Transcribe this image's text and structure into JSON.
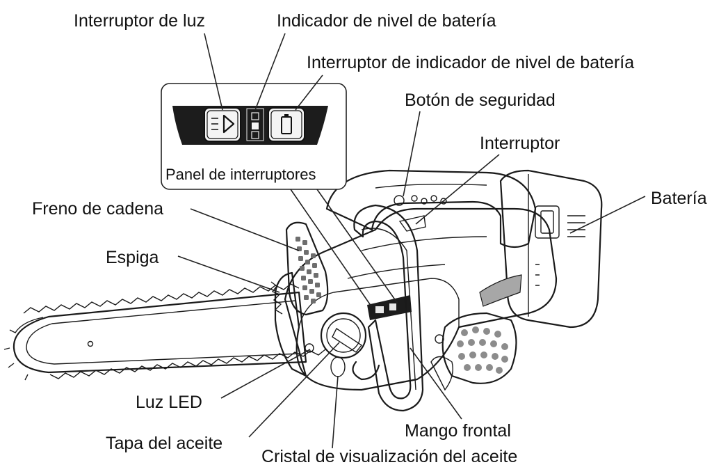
{
  "labels": {
    "light_switch": "Interruptor de luz",
    "battery_level_indicator": "Indicador de nivel de batería",
    "battery_level_indicator_switch": "Interruptor de indicador de nivel de batería",
    "safety_button": "Botón de seguridad",
    "switch": "Interruptor",
    "battery": "Batería",
    "switch_panel": "Panel de interruptores",
    "chain_brake": "Freno de cadena",
    "sprocket": "Espiga",
    "led_light": "Luz LED",
    "oil_cap": "Tapa del aceite",
    "oil_sight_glass": "Cristal de visualización del aceite",
    "front_handle": "Mango frontal"
  },
  "colors": {
    "ink": "#1a1a1a",
    "body_gray": "#b8b8b8",
    "body_dark": "#8a8a8a",
    "body_light": "#d6d6d6",
    "panel_black": "#1c1c1c"
  }
}
